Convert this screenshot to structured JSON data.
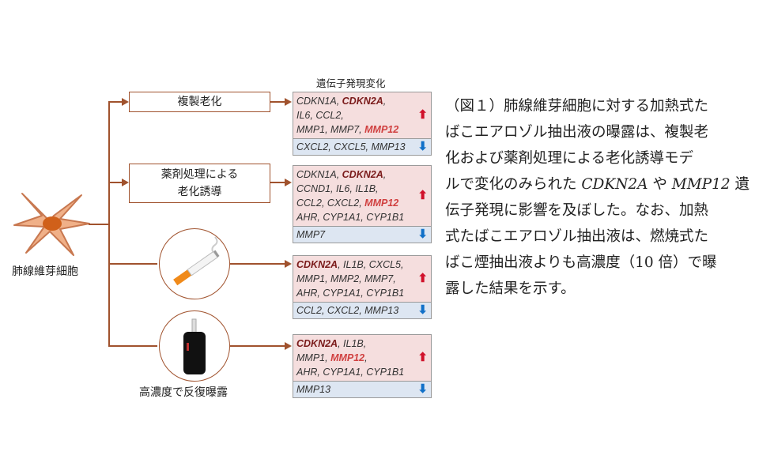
{
  "cell_label": "肺線維芽細胞",
  "header": "遺伝子発現変化",
  "conditions": [
    {
      "label": "複製老化"
    },
    {
      "label_lines": [
        "薬剤処理による",
        "老化誘導"
      ]
    },
    {
      "icon": "cigarette-icon"
    },
    {
      "icon": "heated-tobacco-icon",
      "label": "高濃度で反復曝露"
    }
  ],
  "gene_boxes": [
    {
      "up": [
        [
          [
            "CDKN1A, ",
            ""
          ],
          [
            "CDKN2A",
            "bold"
          ],
          [
            ",",
            ""
          ]
        ],
        [
          [
            "IL6, CCL2,",
            ""
          ]
        ],
        [
          [
            "MMP1, MMP7, ",
            ""
          ],
          [
            "MMP12",
            "red"
          ]
        ]
      ],
      "down": "CXCL2, CXCL5, MMP13"
    },
    {
      "up": [
        [
          [
            "CDKN1A, ",
            ""
          ],
          [
            "CDKN2A",
            "bold"
          ],
          [
            ",",
            ""
          ]
        ],
        [
          [
            "CCND1, IL6, IL1B,",
            ""
          ]
        ],
        [
          [
            "CCL2, CXCL2, ",
            ""
          ],
          [
            "MMP12",
            "red"
          ]
        ],
        [
          [
            "AHR, CYP1A1, CYP1B1",
            ""
          ]
        ]
      ],
      "down": "MMP7"
    },
    {
      "up": [
        [
          [
            "CDKN2A",
            "bold"
          ],
          [
            ", IL1B, CXCL5,",
            ""
          ]
        ],
        [
          [
            "MMP1, MMP2, MMP7,",
            ""
          ]
        ],
        [
          [
            "AHR, CYP1A1, CYP1B1",
            ""
          ]
        ]
      ],
      "down": "CCL2, CXCL2, MMP13"
    },
    {
      "up": [
        [
          [
            "CDKN2A",
            "bold"
          ],
          [
            ", IL1B,",
            ""
          ]
        ],
        [
          [
            "MMP1, ",
            ""
          ],
          [
            "MMP12",
            "red"
          ],
          [
            ",",
            ""
          ]
        ],
        [
          [
            "AHR, CYP1A1, CYP1B1",
            ""
          ]
        ]
      ],
      "down": "MMP13"
    }
  ],
  "colors": {
    "connector": "#a0522d",
    "up_arrow": "#d0102a",
    "down_arrow": "#1070c8",
    "up_bg": "#f5dede",
    "down_bg": "#dde6f2"
  },
  "caption_lines": [
    [
      [
        "（図１）肺線維芽細胞に対する加熱式た",
        ""
      ]
    ],
    [
      [
        "ばこエアロゾル抽出液の曝露は、複製老",
        ""
      ]
    ],
    [
      [
        "化および薬剤処理による老化誘導モデ",
        ""
      ]
    ],
    [
      [
        "ルで変化のみられた ",
        ""
      ],
      [
        "CDKN2A",
        "i"
      ],
      [
        " や ",
        ""
      ],
      [
        "MMP12",
        "i"
      ],
      [
        " 遺",
        ""
      ]
    ],
    [
      [
        "伝子発現に影響を及ぼした。なお、加熱",
        ""
      ]
    ],
    [
      [
        "式たばこエアロゾル抽出液は、燃焼式た",
        ""
      ]
    ],
    [
      [
        "ばこ煙抽出液よりも高濃度（10 倍）で曝",
        ""
      ]
    ],
    [
      [
        "露した結果を示す。",
        ""
      ]
    ]
  ]
}
